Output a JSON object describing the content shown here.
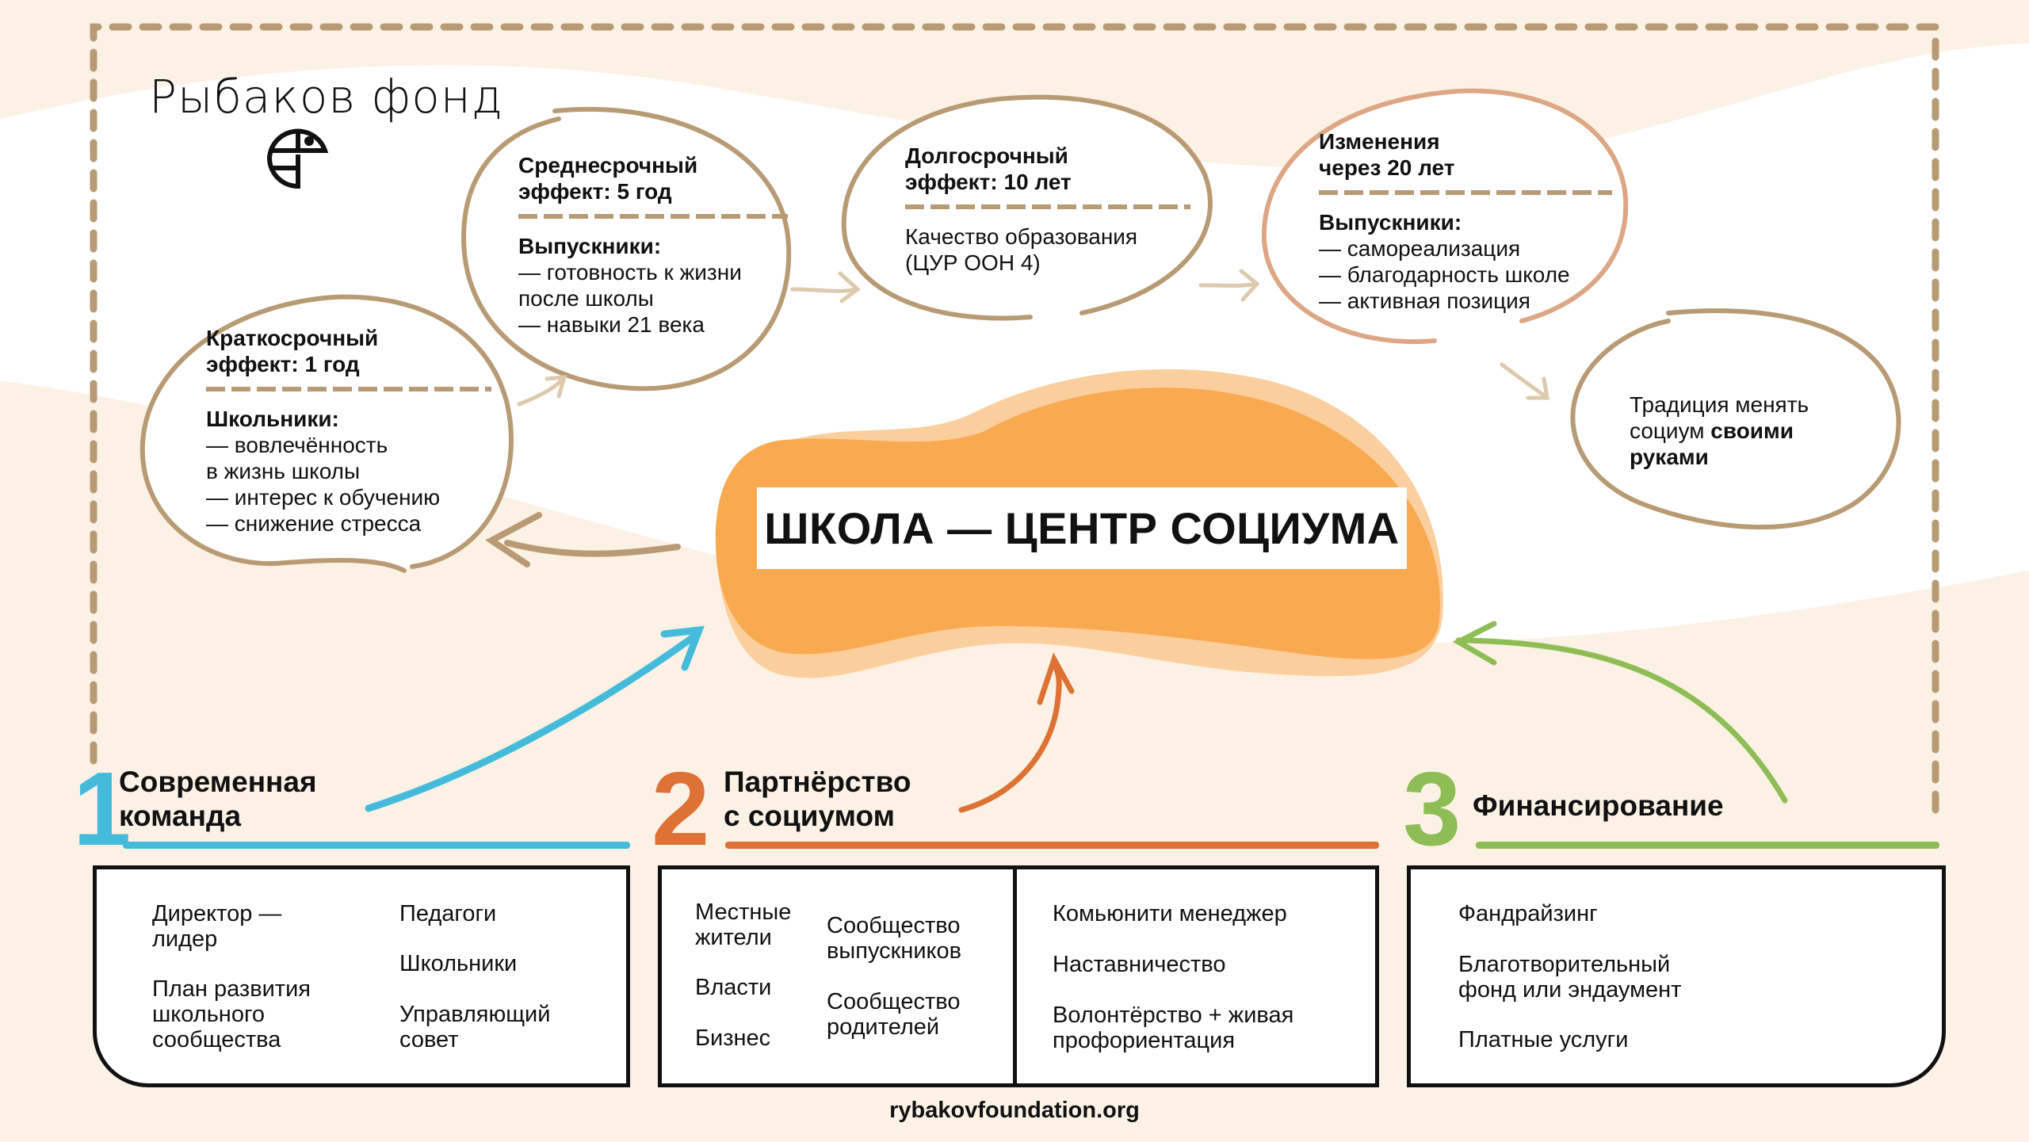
{
  "colors": {
    "background": "#fcf1e5",
    "bubble_stroke": "#b89a74",
    "bubble_stroke_accent": "#dda684",
    "blob_main": "#f9a950",
    "blob_shadow": "#fbcf9d",
    "team": "#45bbdc",
    "partnership": "#de7134",
    "finance": "#8fbd55"
  },
  "brand": {
    "logo_text": "Рыбаков фонд",
    "logo_icon": "rybakov-fish-icon"
  },
  "center": {
    "label": "ШКОЛА — ЦЕНТР СОЦИУМА"
  },
  "effects": [
    {
      "title_line1": "Краткосрочный",
      "title_line2": "эффект: 1 год",
      "subtitle": "Школьники:",
      "lines": [
        "— вовлечённость",
        "в жизнь школы",
        "— интерес к обучению",
        "— снижение стресса"
      ]
    },
    {
      "title_line1": "Среднесрочный",
      "title_line2": "эффект: 5 год",
      "subtitle": "Выпускники:",
      "lines": [
        "— готовность к жизни",
        "после школы",
        "— навыки 21 века"
      ]
    },
    {
      "title_line1": "Долгосрочный",
      "title_line2": "эффект: 10 лет",
      "subtitle": "",
      "lines": [
        "Качество образования",
        "(ЦУР ООН 4)"
      ]
    },
    {
      "title_line1": "Изменения",
      "title_line2": "через 20 лет",
      "subtitle": "Выпускники:",
      "lines": [
        "— самореализация",
        "— благодарность школе",
        "— активная позиция"
      ]
    }
  ],
  "tradition": {
    "line1": "Традиция менять",
    "line2_regular": "социум ",
    "line2_bold": "своими",
    "line3_bold": "руками"
  },
  "sections": [
    {
      "number": "1",
      "title_line1": "Современная",
      "title_line2": "команда",
      "items_left": [
        "Директор —",
        "лидер",
        "План развития",
        "школьного",
        "сообщества"
      ],
      "items_right": [
        "Педагоги",
        "Школьники",
        "Управляющий",
        "совет"
      ]
    },
    {
      "number": "2",
      "title_line1": "Партнёрство",
      "title_line2": "с социумом",
      "items_col1": [
        "Местные",
        "жители",
        "Власти",
        "Бизнес"
      ],
      "items_col2": [
        "Сообщество",
        "выпускников",
        "Сообщество",
        "родителей"
      ],
      "items_col3": [
        "Комьюнити менеджер",
        "Наставничество",
        "Волонтёрство + живая",
        "профориентация"
      ]
    },
    {
      "number": "3",
      "title_line1": "Финансирование",
      "items": [
        "Фандрайзинг",
        "Благотворительный",
        "фонд или эндаумент",
        "Платные услуги"
      ]
    }
  ],
  "footer": {
    "url": "rybakovfoundation.org"
  }
}
